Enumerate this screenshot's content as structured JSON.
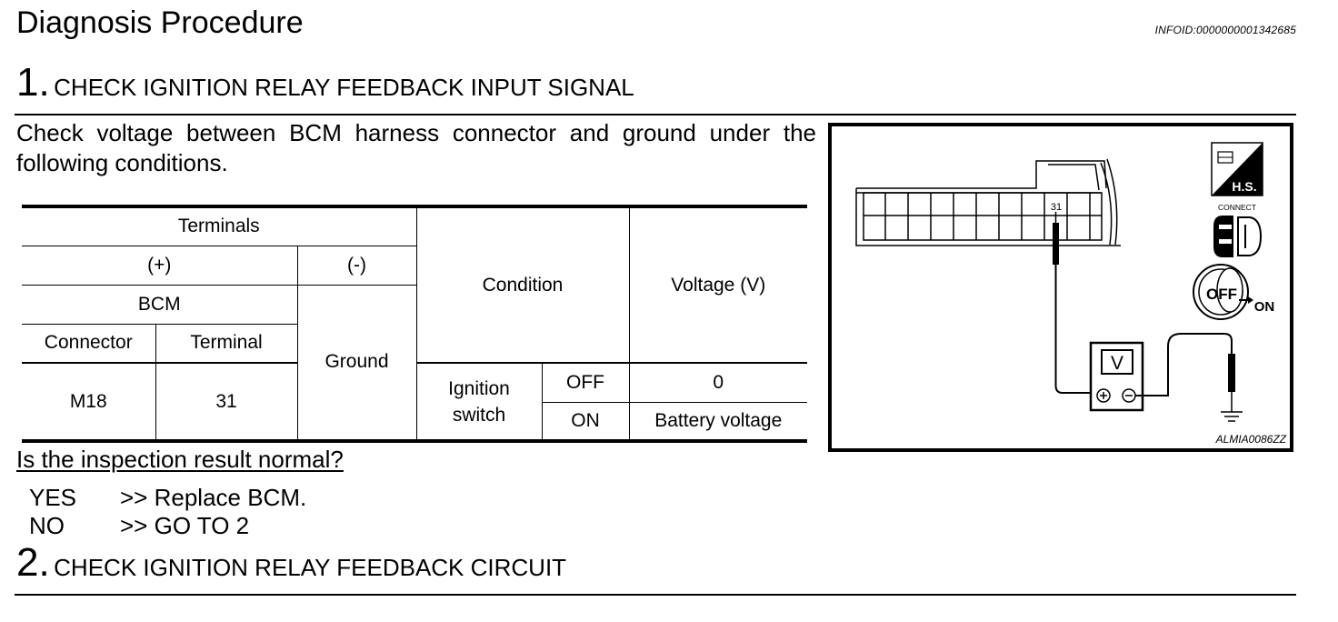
{
  "header": {
    "title": "Diagnosis Procedure",
    "info_id": "INFOID:0000000001342685"
  },
  "step1": {
    "number": "1.",
    "title": "CHECK IGNITION RELAY FEEDBACK INPUT SIGNAL",
    "instruction": "Check voltage between BCM harness connector and ground under the following conditions."
  },
  "table": {
    "terminals": "Terminals",
    "plus": "(+)",
    "minus": "(-)",
    "unit": "BCM",
    "connector_header": "Connector",
    "terminal_header": "Terminal",
    "condition_header": "Condition",
    "voltage_header": "Voltage (V)",
    "connector": "M18",
    "terminal": "31",
    "ground": "Ground",
    "ignition_line1": "Ignition",
    "ignition_line2": "switch",
    "rows": [
      {
        "state": "OFF",
        "voltage": "0"
      },
      {
        "state": "ON",
        "voltage": "Battery voltage"
      }
    ]
  },
  "diagram": {
    "terminal_label": "31",
    "meter_label": "V",
    "hs_label": "H.S.",
    "connect_label": "CONNECT",
    "off_label": "OFF",
    "on_label": "ON",
    "code": "ALMIA0086ZZ"
  },
  "result": {
    "question": "Is the inspection result normal?",
    "yes_key": "YES",
    "yes_text": ">> Replace BCM.",
    "no_key": "NO",
    "no_text": ">> GO TO 2"
  },
  "step2": {
    "number": "2.",
    "title": "CHECK IGNITION RELAY FEEDBACK CIRCUIT"
  }
}
